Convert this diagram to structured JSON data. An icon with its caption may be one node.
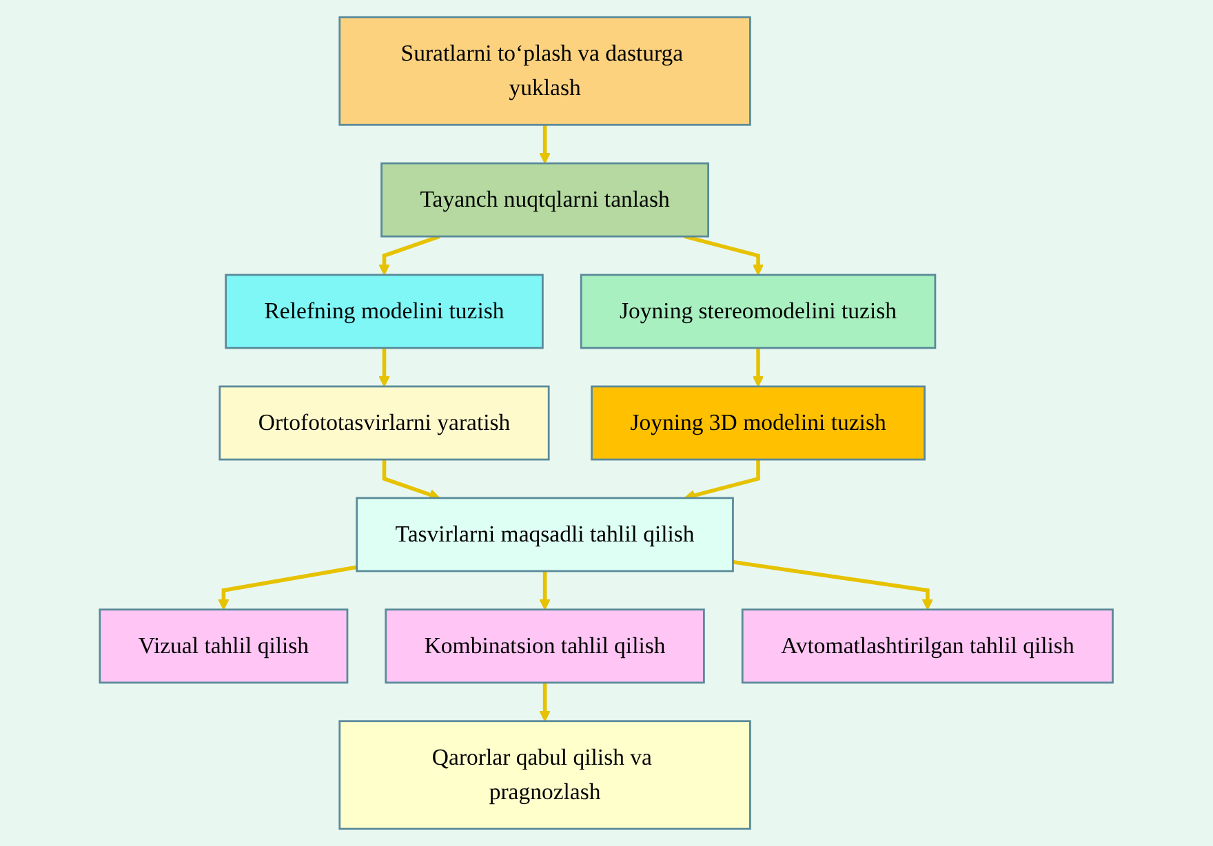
{
  "diagram": {
    "nodes": [
      {
        "text": [
          "Suratlarni to‘plash va dasturga yuklash"
        ]
      },
      {
        "text": [
          "Tayanch nuqtqlarni tanlash"
        ]
      },
      {
        "text": [
          "Relefning modelini tuzish"
        ]
      },
      {
        "text": [
          "Joyning stereomodelini tuzish"
        ]
      },
      {
        "text": [
          "Ortofototasvirlarni yaratish"
        ]
      },
      {
        "text": [
          "Joyning 3D modelini tuzish"
        ]
      },
      {
        "text": [
          "Tasvirlarni maqsadli tahlil qilish"
        ]
      },
      {
        "text": [
          "Vizual tahlil qilish"
        ]
      },
      {
        "text": [
          "Kombinatsion tahlil qilish"
        ]
      },
      {
        "text": [
          "Avtomatlashtirilgan tahlil qilish"
        ]
      },
      {
        "text": [
          "Qarorlar qabul qilish va pragnozlash"
        ]
      }
    ],
    "edges": [
      {
        "from": 0,
        "to": 1,
        "arrow": "to"
      },
      {
        "from": 1,
        "to": 2,
        "arrow": "to"
      },
      {
        "from": 1,
        "to": 3,
        "arrow": "to"
      },
      {
        "from": 2,
        "to": 4,
        "arrow": "to"
      },
      {
        "from": 3,
        "to": 5,
        "arrow": "to"
      },
      {
        "from": 4,
        "to": 6,
        "arrow": "to"
      },
      {
        "from": 5,
        "to": 6,
        "arrow": "to"
      },
      {
        "from": 6,
        "to": 7,
        "arrow": "to"
      },
      {
        "from": 6,
        "to": 8,
        "arrow": "to"
      },
      {
        "from": 6,
        "to": 9,
        "arrow": "to"
      },
      {
        "from": 8,
        "to": 10,
        "arrow": "to"
      }
    ]
  }
}
